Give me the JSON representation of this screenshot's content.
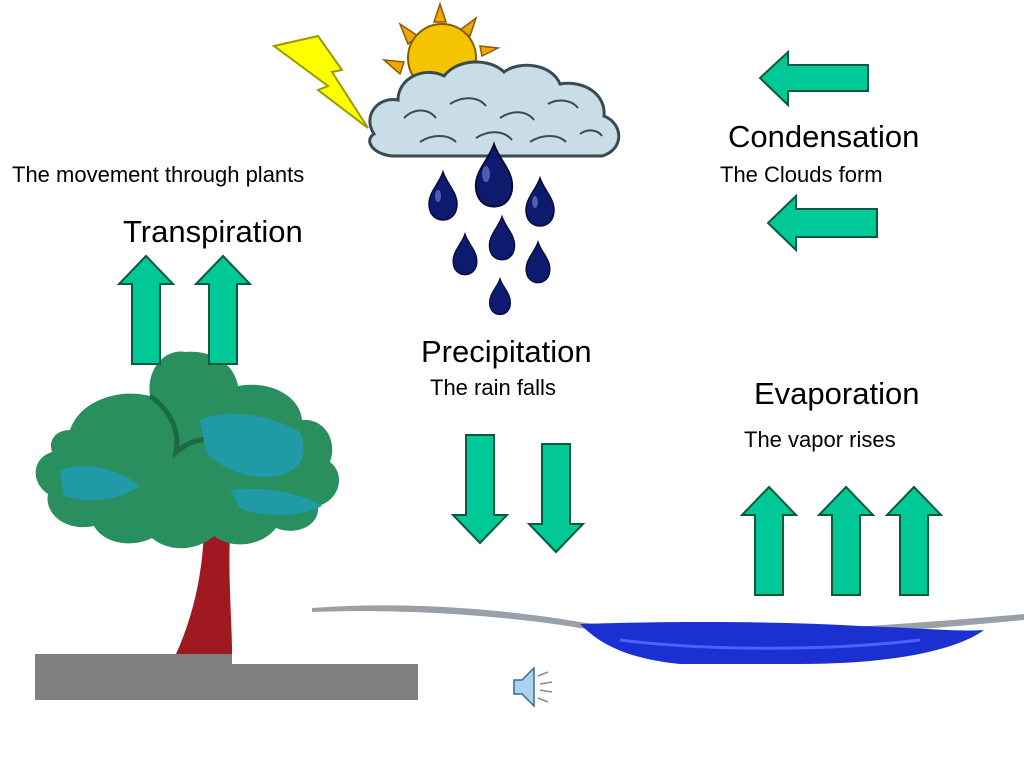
{
  "stages": {
    "transpiration": {
      "title": "Transpiration",
      "description": "The movement through plants"
    },
    "condensation": {
      "title": "Condensation",
      "description": "The Clouds form"
    },
    "precipitation": {
      "title": "Precipitation",
      "description": "The rain falls"
    },
    "evaporation": {
      "title": "Evaporation",
      "description": "The vapor rises"
    }
  },
  "colors": {
    "arrow_fill": "#00c896",
    "arrow_stroke": "#0b5a3e",
    "water": "#1c2fd0",
    "ground": "#808080",
    "raindrop": "#0d1a6e",
    "cloud": "#c8dde6",
    "sun": "#f5c400",
    "lightning": "#ffff00",
    "tree_trunk": "#a01820",
    "tree_leaves": "#2a8f5e"
  },
  "icons": [
    "sun-icon",
    "cloud-icon",
    "lightning-icon",
    "raindrop-icon",
    "tree-icon",
    "speaker-icon"
  ]
}
